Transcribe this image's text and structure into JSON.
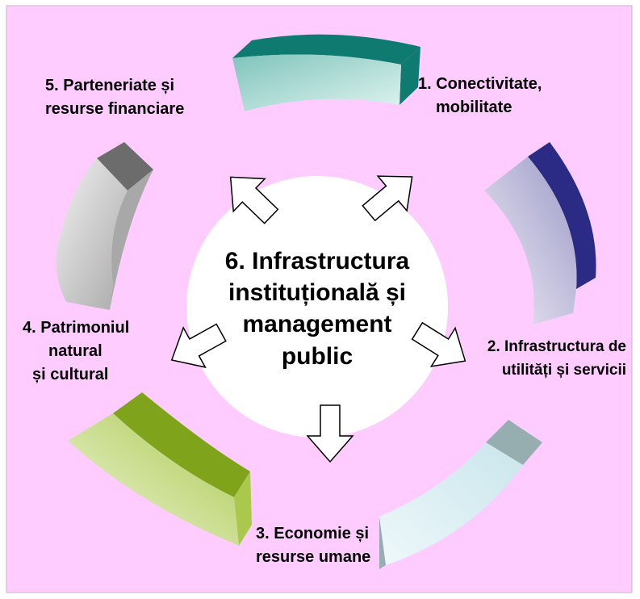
{
  "diagram": {
    "background_color": "#FFCCFF",
    "center": {
      "lines": [
        "6. Infrastructura",
        "instituțională și",
        "management",
        "public"
      ],
      "fill": "#FFFFFF"
    },
    "segments": [
      {
        "id": "conectivitate",
        "label_lines": [
          "1. Conectivitate,",
          "mobilitate"
        ],
        "face_color_light": "#E0F4F0",
        "face_color_dark": "#7FC4BB",
        "side_color": "#0E7A70"
      },
      {
        "id": "infrastructura-utilitati",
        "label_lines": [
          "2. Infrastructura de",
          "utilități și servicii"
        ],
        "face_color_light": "#F2EEF6",
        "face_color_dark": "#9B9AC7",
        "side_color": "#2B2B85"
      },
      {
        "id": "economie",
        "label_lines": [
          "3. Economie și",
          "resurse umane"
        ],
        "face_color_light": "#EEF8FA",
        "face_color_dark": "#C9E6EC",
        "side_color": "#97AEB1"
      },
      {
        "id": "patrimoniu",
        "label_lines": [
          "4. Patrimoniul",
          "natural",
          "și cultural"
        ],
        "face_color_light": "#F0F6DC",
        "face_color_dark": "#A9C84C",
        "side_color": "#7FA31A"
      },
      {
        "id": "parteneriate",
        "label_lines": [
          "5. Parteneriate și",
          "resurse financiare"
        ],
        "face_color_light": "#F2F2F2",
        "face_color_dark": "#A8A8A8",
        "side_color": "#6C6C6C"
      }
    ],
    "arrows": {
      "fill": "#FFFFFF",
      "stroke": "#000000",
      "targets": [
        "conectivitate",
        "infrastructura-utilitati",
        "economie",
        "patrimoniu",
        "parteneriate"
      ]
    }
  }
}
